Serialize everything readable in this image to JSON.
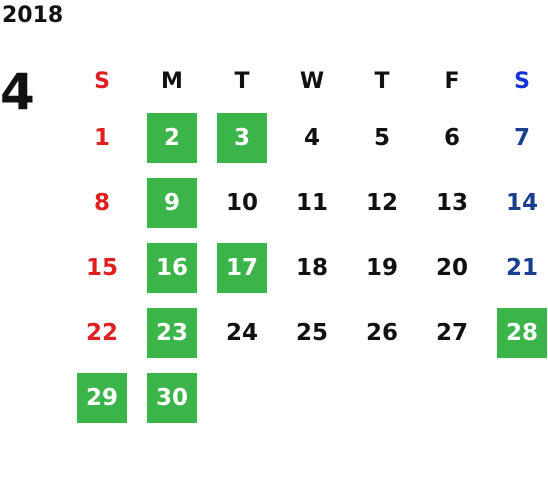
{
  "year": "2018",
  "month": "4",
  "colors": {
    "highlight": "#3bb54a",
    "sunday": "#e02020",
    "saturday_header": "#1433d6",
    "saturday_day": "#1a3f8e",
    "text": "#111111"
  },
  "weekdays": [
    "S",
    "M",
    "T",
    "W",
    "T",
    "F",
    "S"
  ],
  "weeks": [
    [
      {
        "d": "1",
        "hl": false
      },
      {
        "d": "2",
        "hl": true
      },
      {
        "d": "3",
        "hl": true
      },
      {
        "d": "4",
        "hl": false
      },
      {
        "d": "5",
        "hl": false
      },
      {
        "d": "6",
        "hl": false
      },
      {
        "d": "7",
        "hl": false
      }
    ],
    [
      {
        "d": "8",
        "hl": false
      },
      {
        "d": "9",
        "hl": true
      },
      {
        "d": "10",
        "hl": false
      },
      {
        "d": "11",
        "hl": false
      },
      {
        "d": "12",
        "hl": false
      },
      {
        "d": "13",
        "hl": false
      },
      {
        "d": "14",
        "hl": false
      }
    ],
    [
      {
        "d": "15",
        "hl": false
      },
      {
        "d": "16",
        "hl": true
      },
      {
        "d": "17",
        "hl": true
      },
      {
        "d": "18",
        "hl": false
      },
      {
        "d": "19",
        "hl": false
      },
      {
        "d": "20",
        "hl": false
      },
      {
        "d": "21",
        "hl": false
      }
    ],
    [
      {
        "d": "22",
        "hl": false
      },
      {
        "d": "23",
        "hl": true
      },
      {
        "d": "24",
        "hl": false
      },
      {
        "d": "25",
        "hl": false
      },
      {
        "d": "26",
        "hl": false
      },
      {
        "d": "27",
        "hl": false
      },
      {
        "d": "28",
        "hl": true
      }
    ],
    [
      {
        "d": "29",
        "hl": true
      },
      {
        "d": "30",
        "hl": true
      },
      {
        "d": "",
        "hl": false
      },
      {
        "d": "",
        "hl": false
      },
      {
        "d": "",
        "hl": false
      },
      {
        "d": "",
        "hl": false
      },
      {
        "d": "",
        "hl": false
      }
    ]
  ]
}
